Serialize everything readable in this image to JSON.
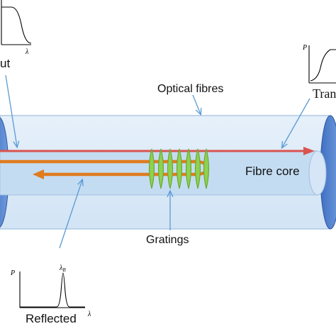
{
  "labels": {
    "input": "ut",
    "optical_fibres": "Optical fibres",
    "transmitted": "Tran",
    "fibre_core": "Fibre core",
    "gratings": "Gratings",
    "reflected": "Reflected"
  },
  "axes": {
    "p": "P",
    "lambda": "λ",
    "lambda_b": "λ",
    "lambda_b_sub": "B"
  },
  "colors": {
    "cladding": "#dbeaf7",
    "core": "#c4dcf2",
    "fibre_end": "#4a78c8",
    "incident_ray": "#d9534f",
    "core_ray": "#e07b1f",
    "grating": "#7cc242",
    "pointer": "#5b9bd5"
  }
}
